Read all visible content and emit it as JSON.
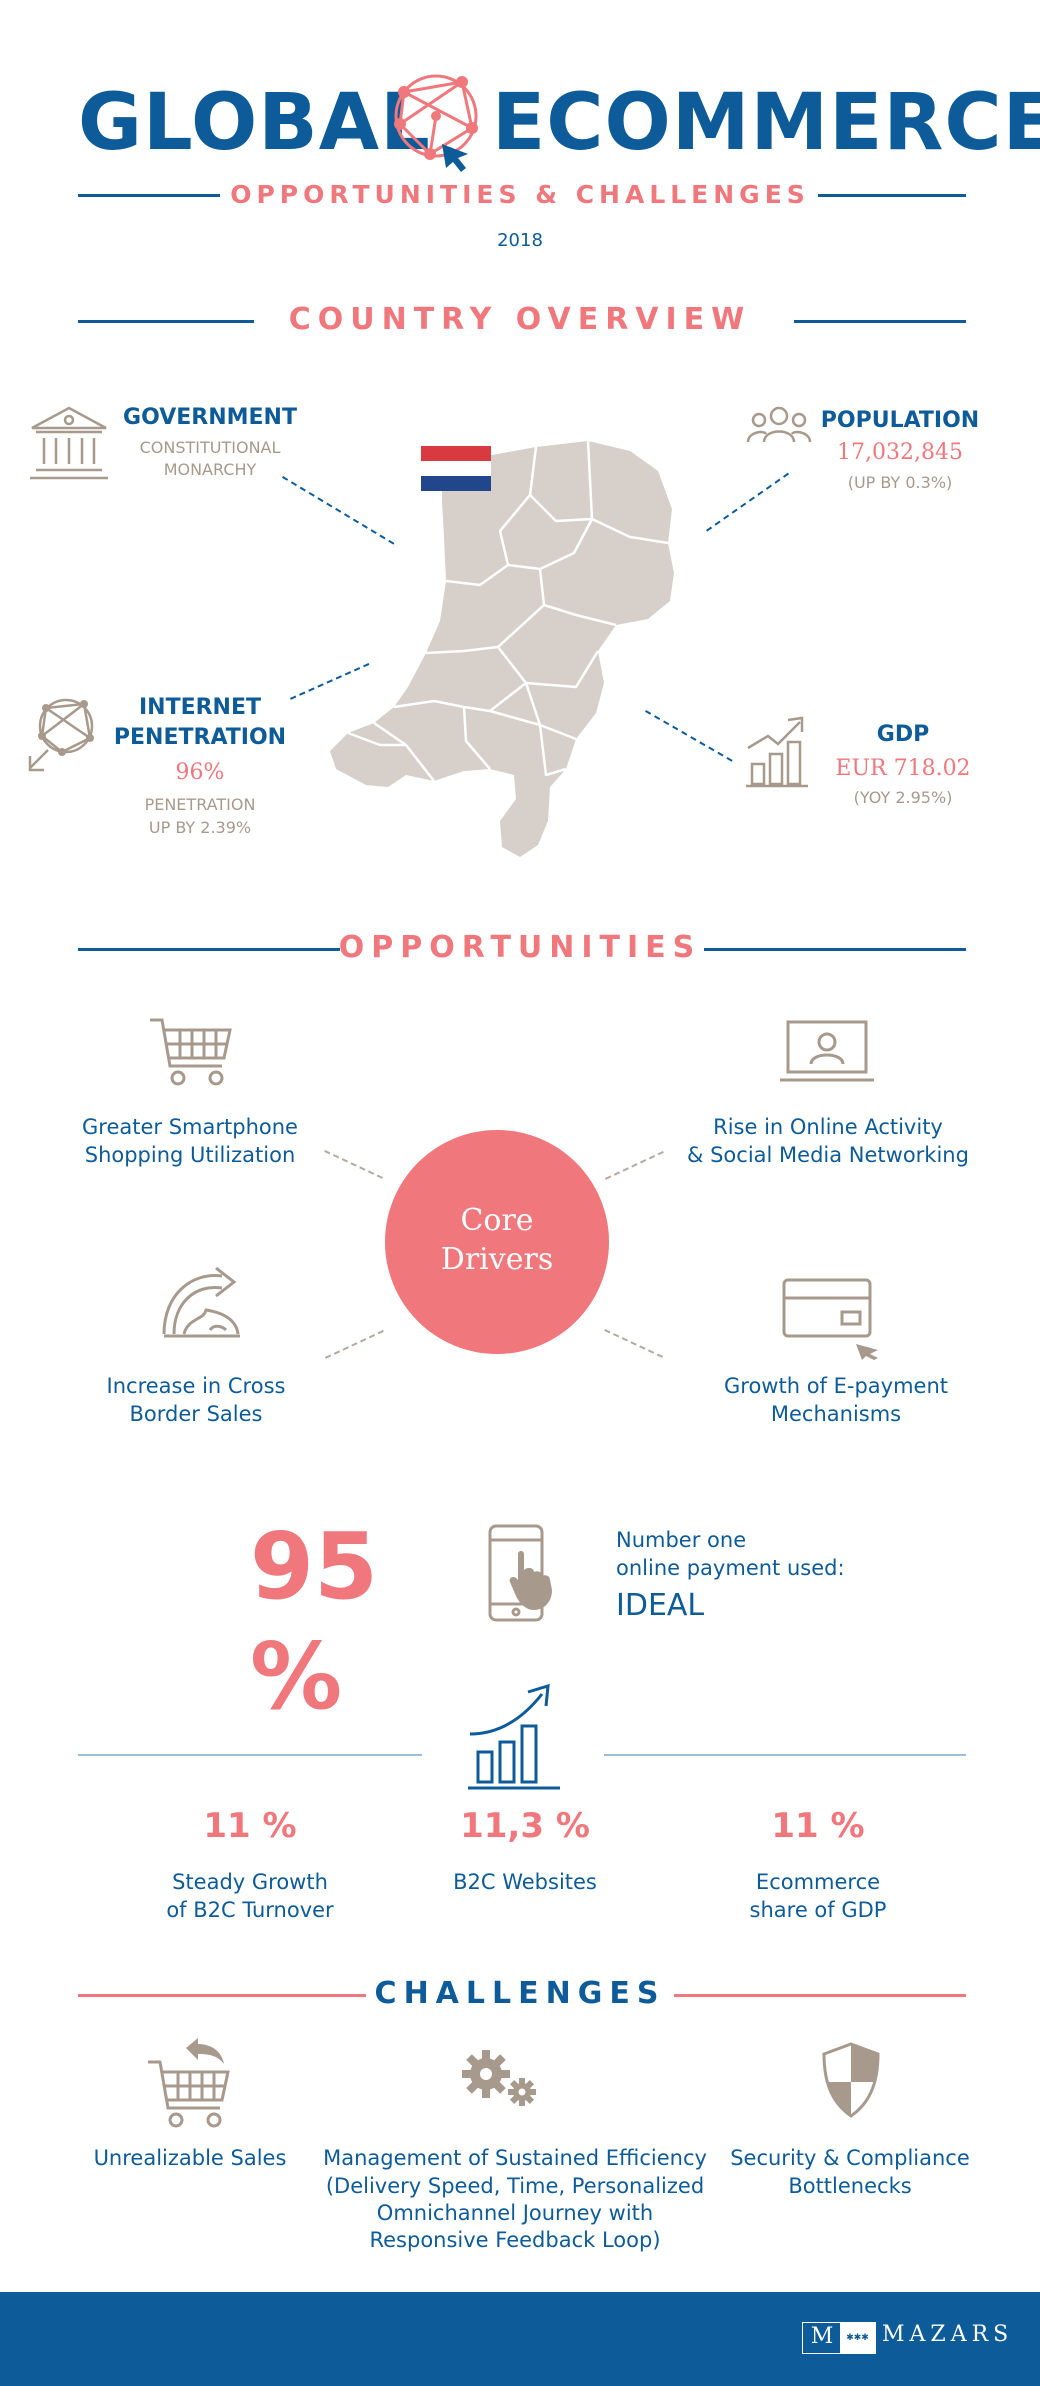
{
  "header": {
    "title_left": "GLOBAL",
    "title_right": "ECOMMERCE",
    "subtitle": "OPPORTUNITIES & CHALLENGES",
    "year": "2018"
  },
  "overview": {
    "heading": "COUNTRY OVERVIEW",
    "government": {
      "label": "GOVERNMENT",
      "line1": "CONSTITUTIONAL",
      "line2": "MONARCHY"
    },
    "population": {
      "label": "POPULATION",
      "value": "17,032,845",
      "note": "(UP BY 0.3%)"
    },
    "internet": {
      "label1": "INTERNET",
      "label2": "PENETRATION",
      "value": "96%",
      "note1": "PENETRATION",
      "note2": "UP BY 2.39%"
    },
    "gdp": {
      "label": "GDP",
      "value": "EUR 718.02",
      "note": "(YOY 2.95%)"
    }
  },
  "opportunities": {
    "heading": "OPPORTUNITIES",
    "center_line1": "Core",
    "center_line2": "Drivers",
    "items": [
      {
        "line1": "Greater Smartphone",
        "line2": "Shopping Utilization"
      },
      {
        "line1": "Rise in Online Activity",
        "line2": "& Social Media Networking"
      },
      {
        "line1": "Increase in Cross",
        "line2": "Border Sales"
      },
      {
        "line1": "Growth of E-payment",
        "line2": "Mechanisms"
      }
    ]
  },
  "payment": {
    "percent": "95 %",
    "line1": "Number one",
    "line2": "online payment used:",
    "method": "IDEAL"
  },
  "stats": [
    {
      "value": "11 %",
      "line1": "Steady Growth",
      "line2": "of B2C Turnover"
    },
    {
      "value": "11,3 %",
      "line1": "B2C Websites",
      "line2": ""
    },
    {
      "value": "11 %",
      "line1": "Ecommerce",
      "line2": "share of GDP"
    }
  ],
  "challenges": {
    "heading": "CHALLENGES",
    "items": [
      {
        "title": "Unrealizable Sales"
      },
      {
        "title": "Management of Sustained Efficiency",
        "detail1": "(Delivery Speed, Time, Personalized",
        "detail2": "Omnichannel Journey with",
        "detail3": "Responsive Feedback Loop)"
      },
      {
        "title": "Security & Compliance",
        "title2": "Bottlenecks"
      }
    ]
  },
  "footer": {
    "brand": "MAZARS",
    "logo_letter": "M"
  },
  "colors": {
    "blue": "#0e5b99",
    "pink": "#f0777c",
    "taupe": "#a8998d",
    "map": "#d6cfca"
  }
}
